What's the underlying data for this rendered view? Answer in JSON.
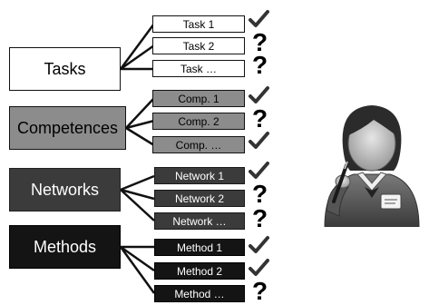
{
  "categories": [
    {
      "label": "Tasks",
      "items": [
        "Task 1",
        "Task 2",
        "Task …"
      ],
      "status": [
        "check",
        "question",
        "question"
      ]
    },
    {
      "label": "Competences",
      "items": [
        "Comp. 1",
        "Comp. 2",
        "Comp. …"
      ],
      "status": [
        "check",
        "question",
        "check"
      ]
    },
    {
      "label": "Networks",
      "items": [
        "Network 1",
        "Network 2",
        "Network …"
      ],
      "status": [
        "check",
        "question",
        "question"
      ]
    },
    {
      "label": "Methods",
      "items": [
        "Method 1",
        "Method 2",
        "Method …"
      ],
      "status": [
        "check",
        "check",
        "question"
      ]
    }
  ],
  "icons": {
    "check": "check-icon",
    "question": "question-mark-icon",
    "person": "user-avatar-icon"
  },
  "colors": {
    "tasks": "#ffffff",
    "competences": "#8c8c8c",
    "networks": "#3b3b3b",
    "methods": "#141414"
  }
}
